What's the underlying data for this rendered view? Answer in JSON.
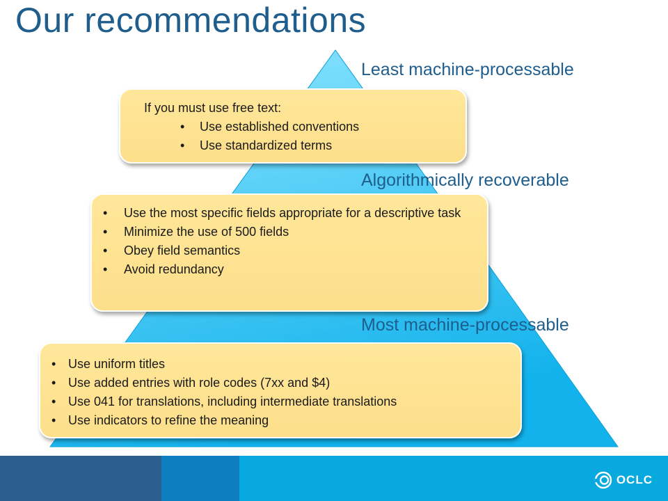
{
  "slide": {
    "title": "Our recommendations"
  },
  "levels": {
    "top": "Least machine-processable",
    "middle": "Algorithmically recoverable",
    "bottom": "Most machine-processable"
  },
  "boxes": {
    "top": {
      "intro": "If you must use free text:",
      "items": [
        "Use established conventions",
        "Use standardized terms"
      ]
    },
    "middle": {
      "items": [
        "Use the most specific fields appropriate for a descriptive task",
        "Minimize the use of 500 fields",
        "Obey field semantics",
        "Avoid redundancy"
      ]
    },
    "bottom": {
      "items": [
        "Use uniform titles",
        "Use added entries with role codes (7xx and $4)",
        "Use 041 for translations, including intermediate translations",
        "Use indicators to refine the meaning"
      ]
    }
  },
  "footer": {
    "logo_icon": "oclc-logo-icon",
    "logo_text": "OCLC"
  },
  "colors": {
    "title": "#1f5d8c",
    "pyramid_light": "#8fe6ff",
    "pyramid_dark": "#12b2ec",
    "box_fill": "#fde28f",
    "footer_dark": "#2a5f8f",
    "footer_mid": "#0f7ec1",
    "footer_light": "#08a9de"
  }
}
